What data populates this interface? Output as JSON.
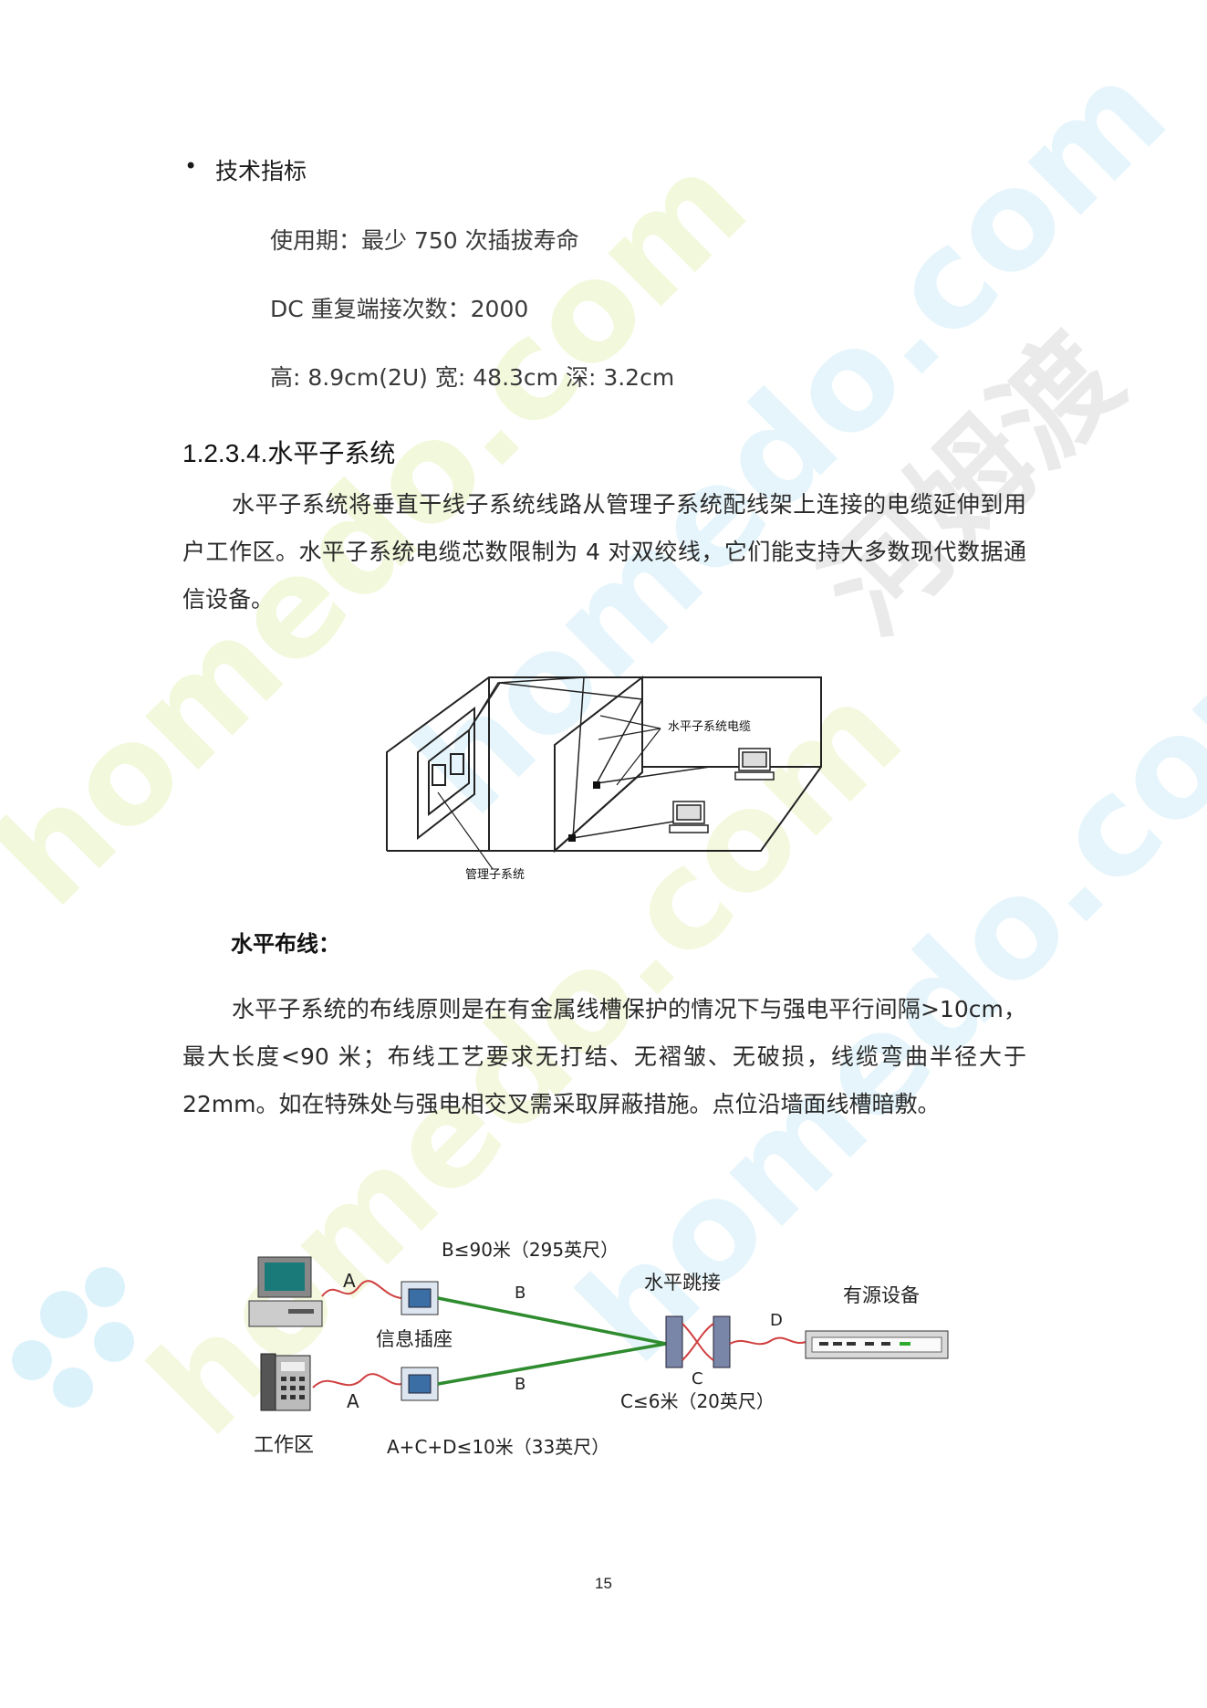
{
  "bullet": {
    "title": "技术指标"
  },
  "specs": [
    "使用期：最少 750 次插拔寿命",
    "DC 重复端接次数：2000",
    "高: 8.9cm(2U)  宽: 48.3cm  深: 3.2cm"
  ],
  "section": {
    "heading": "1.2.3.4.水平子系统"
  },
  "intro": "水平子系统将垂直干线子系统线路从管理子系统配线架上连接的电缆延伸到用户工作区。水平子系统电缆芯数限制为 4 对双绞线，它们能支持大多数现代数据通信设备。",
  "figure1": {
    "label_cable": "水平子系统电缆",
    "label_mgmt": "管理子系统"
  },
  "subheading": "水平布线：",
  "cabling_text": "水平子系统的布线原则是在有金属线槽保护的情况下与强电平行间隔>10cm，最大长度<90 米；布线工艺要求无打结、无褶皱、无破损，线缆弯曲半径大于 22mm。如在特殊处与强电相交叉需采取屏蔽措施。点位沿墙面线槽暗敷。",
  "figure2": {
    "top_label": "B≤90米（295英尺）",
    "label_a1": "A",
    "label_a2": "A",
    "label_b1": "B",
    "label_b2": "B",
    "label_c": "C",
    "label_d": "D",
    "outlet": "信息插座",
    "patch": "水平跳接",
    "active": "有源设备",
    "workarea": "工作区",
    "c_limit": "C≤6米（20英尺）",
    "total_limit": "A+C+D≤10米（33英尺）"
  },
  "watermark": {
    "brand_url": "homedo.com",
    "brand_cn": "河姆渡"
  },
  "page_number": "15",
  "colors": {
    "green_cable": "#2e8b2e",
    "red_cable": "#d04040",
    "jack_blue": "#3a6ea5",
    "watermark_blue": "#dff4fb",
    "watermark_green": "#f2f8dc"
  }
}
